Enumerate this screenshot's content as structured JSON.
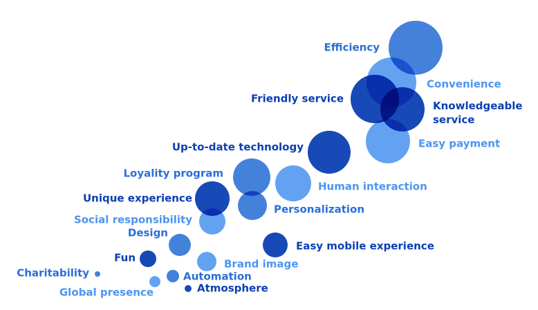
{
  "chart_data": {
    "type": "scatter",
    "title": "",
    "xlabel": "",
    "ylabel": "",
    "colors": {
      "dark": "#0b3fb3",
      "medium": "#2a6fd6",
      "light": "#4d95ef"
    },
    "points": [
      {
        "label": "Efficiency",
        "size": 39,
        "tone": "medium"
      },
      {
        "label": "Convenience",
        "size": 36,
        "tone": "light"
      },
      {
        "label": "Friendly service",
        "size": 35,
        "tone": "dark"
      },
      {
        "label": "Knowledgeable service",
        "size": 32,
        "tone": "dark"
      },
      {
        "label": "Easy payment",
        "size": 32,
        "tone": "light"
      },
      {
        "label": "Up-to-date technology",
        "size": 31,
        "tone": "dark"
      },
      {
        "label": "Human interaction",
        "size": 26,
        "tone": "light"
      },
      {
        "label": "Loyality program",
        "size": 27,
        "tone": "medium"
      },
      {
        "label": "Unique experience",
        "size": 25,
        "tone": "dark"
      },
      {
        "label": "Personalization",
        "size": 21,
        "tone": "medium"
      },
      {
        "label": "Social responsibility",
        "size": 19,
        "tone": "light"
      },
      {
        "label": "Design",
        "size": 16,
        "tone": "medium"
      },
      {
        "label": "Easy mobile experience",
        "size": 18,
        "tone": "dark"
      },
      {
        "label": "Fun",
        "size": 12,
        "tone": "dark"
      },
      {
        "label": "Brand image",
        "size": 14,
        "tone": "light"
      },
      {
        "label": "Automation",
        "size": 9,
        "tone": "medium"
      },
      {
        "label": "Charitability",
        "size": 4,
        "tone": "medium"
      },
      {
        "label": "Global presence",
        "size": 8,
        "tone": "light"
      },
      {
        "label": "Atmosphere",
        "size": 5,
        "tone": "dark"
      }
    ]
  }
}
